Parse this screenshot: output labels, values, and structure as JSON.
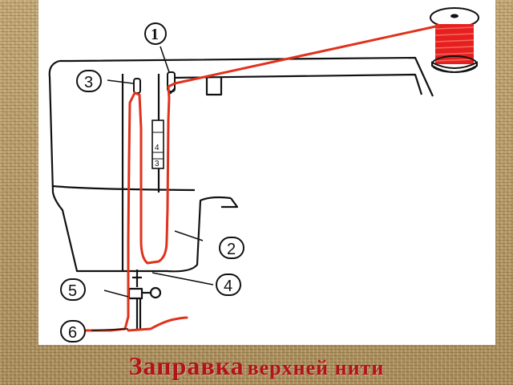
{
  "caption": {
    "word1": "Заправка",
    "word2": "верхней нити"
  },
  "labels": [
    {
      "id": "1",
      "text": "1"
    },
    {
      "id": "2",
      "text": "2"
    },
    {
      "id": "3",
      "text": "3"
    },
    {
      "id": "4",
      "text": "4"
    },
    {
      "id": "5",
      "text": "5"
    },
    {
      "id": "6",
      "text": "6"
    }
  ],
  "scale_marks": [
    "4",
    "3"
  ],
  "colors": {
    "thread": "#e0321c",
    "spool": "#e62020",
    "caption": "#b3121a",
    "outline": "#111111"
  }
}
